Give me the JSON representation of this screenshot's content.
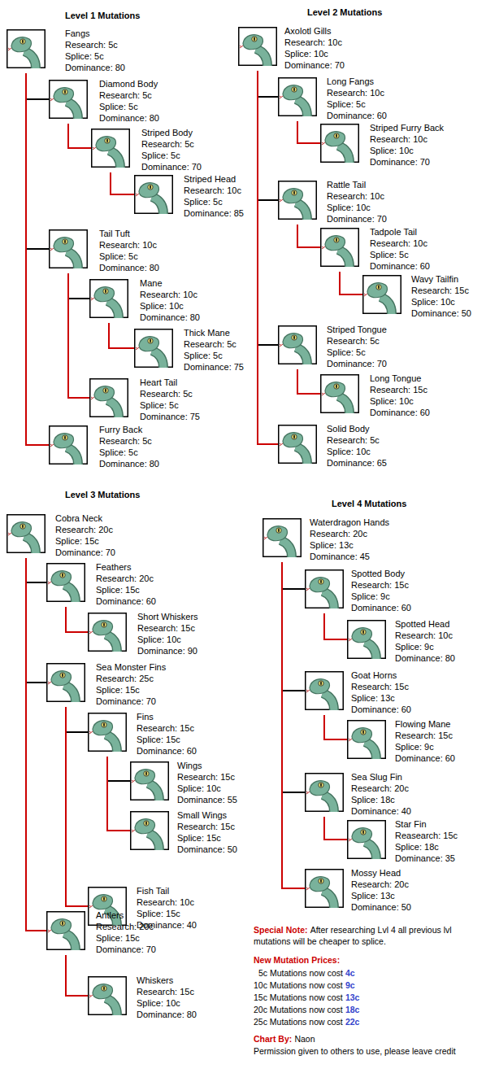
{
  "diagram": {
    "nodes": [
      {
        "text": [
          "Fangs",
          "Research: 5c",
          "Splice: 5c",
          "Dominance: 80"
        ]
      },
      {
        "text": [
          "Diamond Body",
          "Research: 5c",
          "Splice: 5c",
          "Dominance: 80"
        ]
      },
      {
        "text": [
          "Striped Body",
          "Research: 5c",
          "Splice: 5c",
          "Dominance: 70"
        ]
      },
      {
        "text": [
          "Striped Head",
          "Research: 10c",
          "Splice: 5c",
          "Dominance: 85"
        ]
      },
      {
        "text": [
          "Tail Tuft",
          "Research: 10c",
          "Splice: 5c",
          "Dominance: 80"
        ]
      },
      {
        "text": [
          "Mane",
          "Research: 10c",
          "Splice: 10c",
          "Dominance: 80"
        ]
      },
      {
        "text": [
          "Thick Mane",
          "Research: 5c",
          "Splice: 5c",
          "Dominance: 75"
        ]
      },
      {
        "text": [
          "Heart Tail",
          "Research: 5c",
          "Splice: 5c",
          "Dominance: 75"
        ]
      },
      {
        "text": [
          "Furry Back",
          "Research: 5c",
          "Splice: 5c",
          "Dominance: 80"
        ]
      },
      {
        "text": [
          "Axolotl Gills",
          "Research: 10c",
          "Splice: 10c",
          "Dominance: 70"
        ]
      },
      {
        "text": [
          "Long Fangs",
          "Research: 10c",
          "Splice: 5c",
          "Dominance: 60"
        ]
      },
      {
        "text": [
          "Striped Furry Back",
          "Research: 10c",
          "Splice: 10c",
          "Dominance: 70"
        ]
      },
      {
        "text": [
          "Rattle Tail",
          "Research: 10c",
          "Splice: 10c",
          "Dominance: 70"
        ]
      },
      {
        "text": [
          "Tadpole Tail",
          "Research: 10c",
          "Splice: 5c",
          "Dominance: 60"
        ]
      },
      {
        "text": [
          "Wavy Tailfin",
          "Research: 15c",
          "Splice: 10c",
          "Dominance: 50"
        ]
      },
      {
        "text": [
          "Striped Tongue",
          "Research: 5c",
          "Splice: 5c",
          "Dominance: 70"
        ]
      },
      {
        "text": [
          "Long Tongue",
          "Research: 15c",
          "Splice: 10c",
          "Dominance: 60"
        ]
      },
      {
        "text": [
          "Solid Body",
          "Research: 5c",
          "Splice: 10c",
          "Dominance: 65"
        ]
      },
      {
        "text": [
          "Cobra Neck",
          "Research: 20c",
          "Splice: 15c",
          "Dominance: 70"
        ]
      },
      {
        "text": [
          "Feathers",
          "Research: 20c",
          "Splice: 15c",
          "Dominance: 60"
        ]
      },
      {
        "text": [
          "Short Whiskers",
          "Research: 15c",
          "Splice: 10c",
          "Dominance: 90"
        ]
      },
      {
        "text": [
          "Sea Monster Fins",
          "Research: 25c",
          "Splice: 15c",
          "Dominance: 70"
        ]
      },
      {
        "text": [
          "Fins",
          "Research: 15c",
          "Splice: 15c",
          "Dominance: 60"
        ]
      },
      {
        "text": [
          "Wings",
          "Research: 15c",
          "Splice: 10c",
          "Dominance: 55"
        ]
      },
      {
        "text": [
          "Small Wings",
          "Research: 15c",
          "Splice: 15c",
          "Dominance: 50"
        ]
      },
      {
        "text": [
          "Fish Tail",
          "Research: 10c",
          "Splice: 15c",
          "Dominance: 40"
        ]
      },
      {
        "text": [
          "Antlers",
          "Research: 20c",
          "Splice: 15c",
          "Dominance: 70"
        ]
      },
      {
        "text": [
          "Whiskers",
          "Research: 15c",
          "Splice: 10c",
          "Dominance: 80"
        ]
      },
      {
        "text": [
          "Waterdragon Hands",
          "Research: 20c",
          "Splice: 13c",
          "Dominance: 45"
        ]
      },
      {
        "text": [
          "Spotted Body",
          "Research: 15c",
          "Splice: 9c",
          "Dominance: 60"
        ]
      },
      {
        "text": [
          "Spotted Head",
          "Research: 10c",
          "Splice: 9c",
          "Dominance: 80"
        ]
      },
      {
        "text": [
          "Goat Horns",
          "Research: 15c",
          "Splice: 13c",
          "Dominance: 60"
        ]
      },
      {
        "text": [
          "Flowing Mane",
          "Research: 15c",
          "Splice: 9c",
          "Dominance: 60"
        ]
      },
      {
        "text": [
          "Sea Slug Fin",
          "Research: 20c",
          "Splice: 18c",
          "Dominance: 40"
        ]
      },
      {
        "text": [
          "Star Fin",
          "Reasearch: 15c",
          "Splice: 18c",
          "Dominance: 35"
        ]
      },
      {
        "text": [
          "Mossy Head",
          "Research: 20c",
          "Splice: 13c",
          "Dominance: 50"
        ]
      }
    ],
    "edges": [
      {
        "from": 0,
        "to": 1,
        "arrow": "none"
      },
      {
        "from": 0,
        "to": 4,
        "arrow": "none"
      },
      {
        "from": 0,
        "to": 8,
        "arrow": "none"
      },
      {
        "from": 1,
        "to": 2,
        "arrow": "none"
      },
      {
        "from": 2,
        "to": 3,
        "arrow": "none"
      },
      {
        "from": 4,
        "to": 5,
        "arrow": "none"
      },
      {
        "from": 4,
        "to": 7,
        "arrow": "none"
      },
      {
        "from": 5,
        "to": 6,
        "arrow": "none"
      },
      {
        "from": 9,
        "to": 10,
        "arrow": "none"
      },
      {
        "from": 9,
        "to": 12,
        "arrow": "none"
      },
      {
        "from": 9,
        "to": 15,
        "arrow": "none"
      },
      {
        "from": 9,
        "to": 17,
        "arrow": "none"
      },
      {
        "from": 10,
        "to": 11,
        "arrow": "none"
      },
      {
        "from": 12,
        "to": 13,
        "arrow": "none"
      },
      {
        "from": 13,
        "to": 14,
        "arrow": "none"
      },
      {
        "from": 15,
        "to": 16,
        "arrow": "none"
      },
      {
        "from": 18,
        "to": 19,
        "arrow": "none"
      },
      {
        "from": 18,
        "to": 21,
        "arrow": "none"
      },
      {
        "from": 18,
        "to": 26,
        "arrow": "none"
      },
      {
        "from": 19,
        "to": 20,
        "arrow": "none"
      },
      {
        "from": 21,
        "to": 22,
        "arrow": "none"
      },
      {
        "from": 21,
        "to": 25,
        "arrow": "none"
      },
      {
        "from": 22,
        "to": 23,
        "arrow": "none"
      },
      {
        "from": 22,
        "to": 24,
        "arrow": "none"
      },
      {
        "from": 26,
        "to": 27,
        "arrow": "none"
      },
      {
        "from": 28,
        "to": 29,
        "arrow": "none"
      },
      {
        "from": 28,
        "to": 31,
        "arrow": "none"
      },
      {
        "from": 28,
        "to": 33,
        "arrow": "none"
      },
      {
        "from": 28,
        "to": 35,
        "arrow": "none"
      },
      {
        "from": 29,
        "to": 30,
        "arrow": "none"
      },
      {
        "from": 31,
        "to": 32,
        "arrow": "none"
      },
      {
        "from": 33,
        "to": 34,
        "arrow": "none"
      }
    ],
    "labels": [
      "Level 1 Mutations",
      "Level 2 Mutations",
      "Level 3 Mutations",
      "Level 4 Mutations",
      "Special Note:",
      "After researching Lvl 4 all previous lvl mutations will be cheaper to splice.",
      "New Mutation Prices:",
      "5c Mutations now cost",
      "4c",
      "10c Mutations now cost",
      "9c",
      "15c Mutations now cost",
      "13c",
      "20c Mutations now cost",
      "18c",
      "25c Mutations now cost",
      "22c",
      "Chart By:",
      "Naon",
      "Permission given to others to use, please leave credit"
    ]
  }
}
